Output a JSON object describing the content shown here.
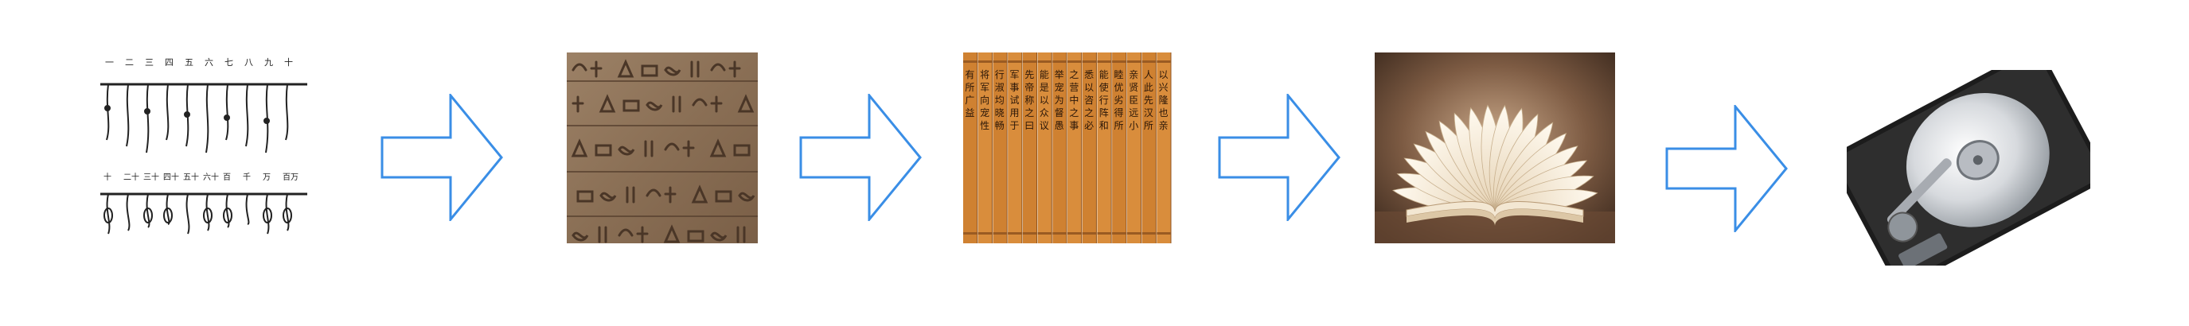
{
  "diagram": {
    "type": "evolution-sequence",
    "stages": [
      {
        "id": "knotted-cords",
        "icon": "knotted-rope-icon",
        "label_characters_top": [
          "一",
          "二",
          "三",
          "四",
          "五",
          "六",
          "七",
          "八",
          "九",
          "十"
        ],
        "label_characters_bottom": [
          "十",
          "二十",
          "三十",
          "四十",
          "五十",
          "六十",
          "百",
          "千",
          "万",
          "百万"
        ]
      },
      {
        "id": "stone-carving",
        "icon": "hieroglyph-tablet-icon"
      },
      {
        "id": "bamboo-slips",
        "icon": "bamboo-scroll-icon",
        "column_text": [
          "有所广益",
          "将军向宠性",
          "行淑均晓畅",
          "军事试用于",
          "先帝称之曰",
          "能是以众议",
          "举宠为督愚",
          "之营中之事",
          "悉以咨之必",
          "能使行阵和",
          "睦优劣得所",
          "亲贤臣远小",
          "人此先汉所",
          "以兴隆也亲"
        ]
      },
      {
        "id": "paper-book",
        "icon": "open-book-icon"
      },
      {
        "id": "hard-drive",
        "icon": "hard-disk-icon"
      }
    ],
    "connector": {
      "icon": "right-arrow-icon",
      "count": 4,
      "stroke_color": "#3a8ee6"
    }
  },
  "colors": {
    "arrow": "#3a8ee6",
    "stone": "#8a6f55",
    "bamboo": "#d68a3a",
    "book_bg": "#6b4a35",
    "drive_body": "#1c1c1c"
  }
}
